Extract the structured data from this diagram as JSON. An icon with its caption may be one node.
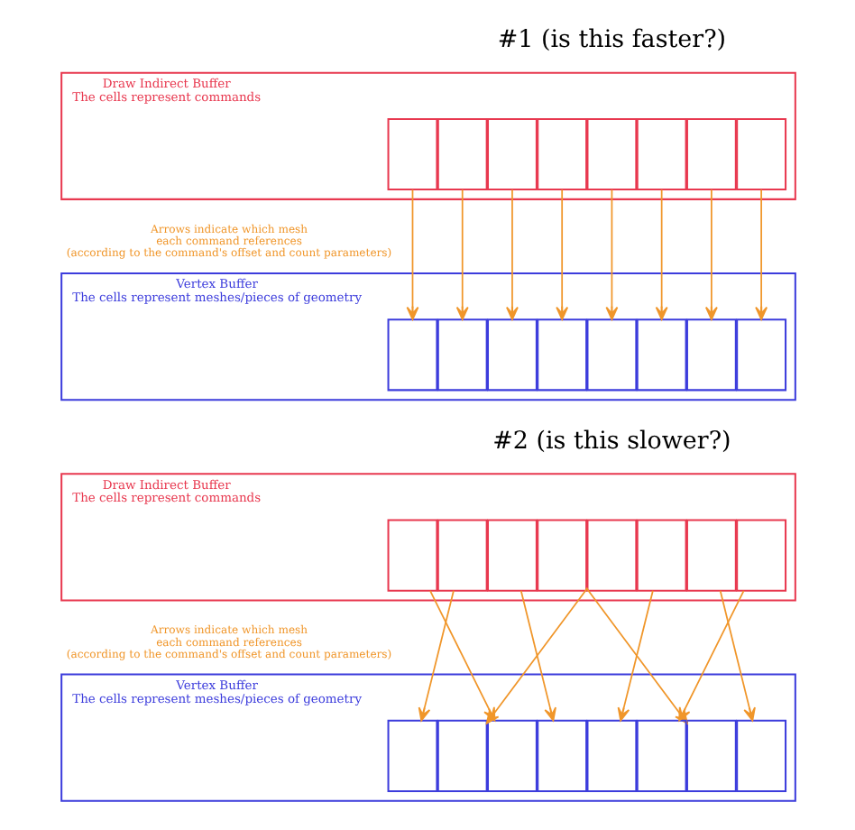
{
  "diagram": {
    "nodes": [
      {
        "text": [
          "Draw Indirect Buffer",
          "The cells represent commands"
        ]
      },
      {
        "text": [],
        "shape": "box",
        "in": 0
      },
      {
        "text": [],
        "shape": "box",
        "in": 0
      },
      {
        "text": [],
        "shape": "box",
        "in": 0
      },
      {
        "text": [],
        "shape": "box",
        "in": 0
      },
      {
        "text": [],
        "shape": "box",
        "in": 0
      },
      {
        "text": [],
        "shape": "box",
        "in": 0
      },
      {
        "text": [],
        "shape": "box",
        "in": 0
      },
      {
        "text": [],
        "shape": "box",
        "in": 0
      },
      {
        "text": [
          "Vertex Buffer",
          "The cells represent meshes/pieces of geometry"
        ]
      },
      {
        "text": [],
        "shape": "box",
        "in": 9
      },
      {
        "text": [],
        "shape": "box",
        "in": 9
      },
      {
        "text": [],
        "shape": "box",
        "in": 9
      },
      {
        "text": [],
        "shape": "box",
        "in": 9
      },
      {
        "text": [],
        "shape": "box",
        "in": 9
      },
      {
        "text": [],
        "shape": "box",
        "in": 9
      },
      {
        "text": [],
        "shape": "box",
        "in": 9
      },
      {
        "text": [],
        "shape": "box",
        "in": 9
      },
      {
        "text": [
          "Draw Indirect Buffer",
          "The cells represent commands"
        ]
      },
      {
        "text": [],
        "shape": "box",
        "in": 18
      },
      {
        "text": [],
        "shape": "box",
        "in": 18
      },
      {
        "text": [],
        "shape": "box",
        "in": 18
      },
      {
        "text": [],
        "shape": "box",
        "in": 18
      },
      {
        "text": [],
        "shape": "box",
        "in": 18
      },
      {
        "text": [],
        "shape": "box",
        "in": 18
      },
      {
        "text": [],
        "shape": "box",
        "in": 18
      },
      {
        "text": [],
        "shape": "box",
        "in": 18
      },
      {
        "text": [
          "Vertex Buffer",
          "The cells represent meshes/pieces of geometry"
        ]
      },
      {
        "text": [],
        "shape": "box",
        "in": 27
      },
      {
        "text": [],
        "shape": "box",
        "in": 27
      },
      {
        "text": [],
        "shape": "box",
        "in": 27
      },
      {
        "text": [],
        "shape": "box",
        "in": 27
      },
      {
        "text": [],
        "shape": "box",
        "in": 27
      },
      {
        "text": [],
        "shape": "box",
        "in": 27
      },
      {
        "text": [],
        "shape": "box",
        "in": 27
      },
      {
        "text": [],
        "shape": "box",
        "in": 27
      }
    ],
    "edges": [
      {
        "from": 1,
        "to": 10,
        "arrow": "to"
      },
      {
        "from": 2,
        "to": 11,
        "arrow": "to"
      },
      {
        "from": 3,
        "to": 12,
        "arrow": "to"
      },
      {
        "from": 4,
        "to": 13,
        "arrow": "to"
      },
      {
        "from": 5,
        "to": 14,
        "arrow": "to"
      },
      {
        "from": 6,
        "to": 15,
        "arrow": "to"
      },
      {
        "from": 7,
        "to": 16,
        "arrow": "to"
      },
      {
        "from": 8,
        "to": 17,
        "arrow": "to"
      },
      {
        "from": 19,
        "to": 30,
        "arrow": "to"
      },
      {
        "from": 20,
        "to": 28,
        "arrow": "to"
      },
      {
        "from": 21,
        "to": 31,
        "arrow": "to"
      },
      {
        "from": 22,
        "to": 34,
        "arrow": "to"
      },
      {
        "from": 23,
        "to": 29,
        "arrow": "to"
      },
      {
        "from": 24,
        "to": 32,
        "arrow": "to"
      },
      {
        "from": 25,
        "to": 35,
        "arrow": "to"
      },
      {
        "from": 26,
        "to": 33,
        "arrow": "to"
      }
    ],
    "labels": [
      "#1 (is this faster?)",
      "Arrows indicate which mesh each command references (according to the command's offset and count parameters)",
      "#2 (is this slower?)",
      "Arrows indicate which mesh each command references (according to the command's offset and count parameters)"
    ]
  }
}
